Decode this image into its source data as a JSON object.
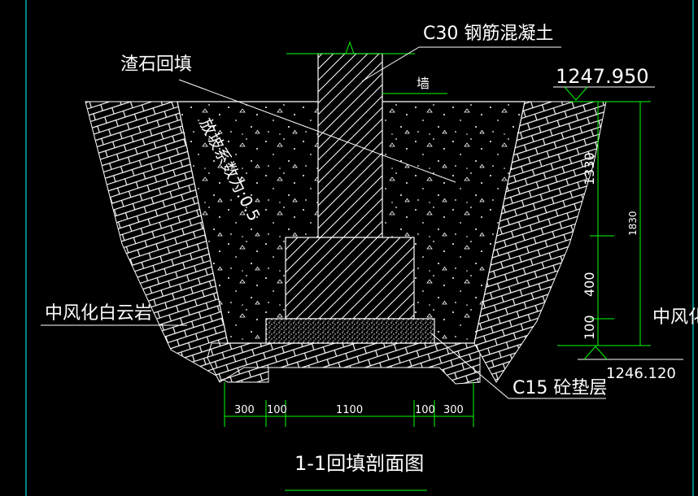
{
  "drawing": {
    "title": "1-1回填剖面图",
    "labels": {
      "concrete": "C30 钢筋混凝土",
      "backfill": "渣石回填",
      "wall": "墙",
      "slope": "放坡系数为:0.5",
      "rock_left": "中风化白云岩",
      "rock_right": "中风化",
      "cushion": "C15 砼垫层"
    },
    "elevations": {
      "top": "1247.950",
      "bottom": "1246.120"
    },
    "vertical_dims": {
      "upper": "1330",
      "middle": "400",
      "lower": "100",
      "total": "1830"
    },
    "horizontal_dims": [
      "300",
      "100",
      "1100",
      "100",
      "300"
    ]
  },
  "colors": {
    "background": "#000000",
    "line": "#ffffff",
    "dimension": "#00ff00",
    "frame": "#00ffff"
  }
}
